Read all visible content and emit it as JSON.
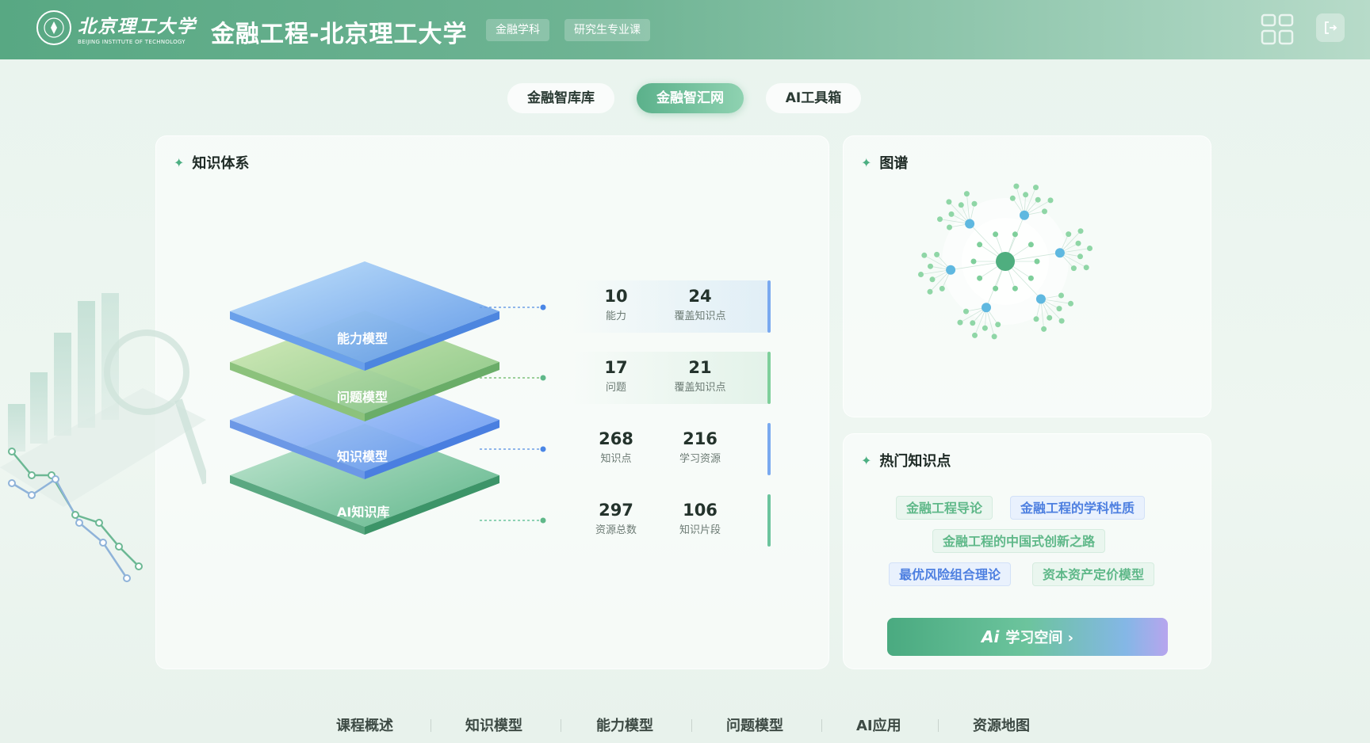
{
  "header": {
    "logo_cn": "北京理工大学",
    "logo_en": "BEIJING INSTITUTE OF TECHNOLOGY",
    "title": "金融工程-北京理工大学",
    "tags": [
      "金融学科",
      "研究生专业课"
    ],
    "icons": [
      "grid-icon",
      "logout-icon"
    ]
  },
  "tabs": [
    {
      "label": "金融智库库",
      "active": false
    },
    {
      "label": "金融智汇网",
      "active": true
    },
    {
      "label": "AI工具箱",
      "active": false
    }
  ],
  "knowledge": {
    "title": "知识体系",
    "layers": [
      "能力模型",
      "问题模型",
      "知识模型",
      "AI知识库"
    ],
    "stats": [
      {
        "a_num": "10",
        "a_label": "能力",
        "b_num": "24",
        "b_label": "覆盖知识点",
        "color": "#7aa9ef"
      },
      {
        "a_num": "17",
        "a_label": "问题",
        "b_num": "21",
        "b_label": "覆盖知识点",
        "color": "#7fcf9b"
      },
      {
        "a_num": "268",
        "a_label": "知识点",
        "b_num": "216",
        "b_label": "学习资源",
        "color": "#7aa9ef"
      },
      {
        "a_num": "297",
        "a_label": "资源总数",
        "b_num": "106",
        "b_label": "知识片段",
        "color": "#6cc49d"
      }
    ]
  },
  "graph": {
    "title": "图谱"
  },
  "hot": {
    "title": "热门知识点",
    "chips": [
      {
        "label": "金融工程导论",
        "style": "green"
      },
      {
        "label": "金融工程的学科性质",
        "style": "blue"
      },
      {
        "label": "金融工程的中国式创新之路",
        "style": "green"
      },
      {
        "label": "最优风险组合理论",
        "style": "blue"
      },
      {
        "label": "资本资产定价模型",
        "style": "green"
      }
    ],
    "button_label": "学习空间 ›",
    "button_logo": "Ai"
  },
  "bottom_nav": [
    "课程概述",
    "知识模型",
    "能力模型",
    "问题模型",
    "AI应用",
    "资源地图"
  ],
  "colors": {
    "primary": "#5bb18b",
    "accent_blue": "#4d7fe0"
  }
}
